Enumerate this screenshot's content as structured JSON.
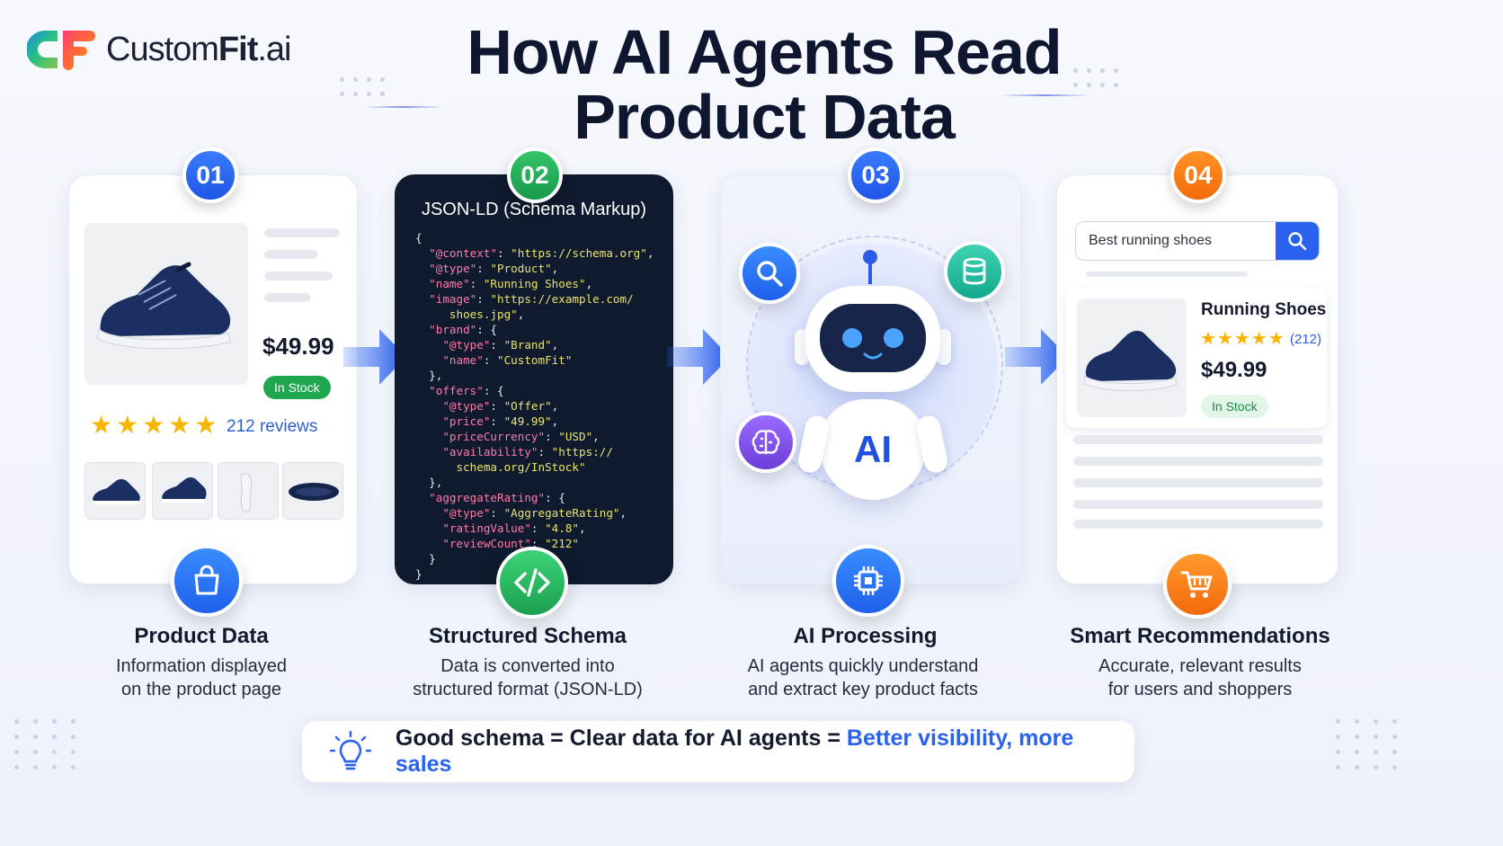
{
  "header": {
    "logo_prefix": "Custom",
    "logo_bold": "Fit",
    "logo_suffix": ".ai",
    "title_line1": "How AI Agents Read",
    "title_line2": "Product Data"
  },
  "steps": [
    {
      "number": "01",
      "title": "Product Data",
      "desc_line1": "Information displayed",
      "desc_line2": "on the product page",
      "icon": "shopping-bag-icon",
      "color": "#2a6cf6"
    },
    {
      "number": "02",
      "title": "Structured Schema",
      "desc_line1": "Data is converted into",
      "desc_line2": "structured format (JSON-LD)",
      "icon": "code-icon",
      "color": "#1fab53"
    },
    {
      "number": "03",
      "title": "AI Processing",
      "desc_line1": "AI agents quickly understand",
      "desc_line2": "and extract key product facts",
      "icon": "chip-icon",
      "color": "#2a6cf6"
    },
    {
      "number": "04",
      "title": "Smart Recommendations",
      "desc_line1": "Accurate, relevant results",
      "desc_line2": "for users and shoppers",
      "icon": "shopping-cart-icon",
      "color": "#f47a14"
    }
  ],
  "product": {
    "price": "$49.99",
    "stock": "In Stock",
    "rating_stars": "★★★★★",
    "reviews": "212 reviews"
  },
  "schema": {
    "title": "JSON-LD (Schema Markup)",
    "lines": [
      [
        [
          "p",
          "{"
        ]
      ],
      [
        [
          "p",
          "  "
        ],
        [
          "k",
          "\"@context\""
        ],
        [
          "p",
          ": "
        ],
        [
          "s",
          "\"https://schema.org\""
        ],
        [
          "p",
          ","
        ]
      ],
      [
        [
          "p",
          "  "
        ],
        [
          "k",
          "\"@type\""
        ],
        [
          "p",
          ": "
        ],
        [
          "s",
          "\"Product\""
        ],
        [
          "p",
          ","
        ]
      ],
      [
        [
          "p",
          "  "
        ],
        [
          "k",
          "\"name\""
        ],
        [
          "p",
          ": "
        ],
        [
          "s",
          "\"Running Shoes\""
        ],
        [
          "p",
          ","
        ]
      ],
      [
        [
          "p",
          "  "
        ],
        [
          "k",
          "\"image\""
        ],
        [
          "p",
          ": "
        ],
        [
          "s",
          "\"https://example.com/"
        ]
      ],
      [
        [
          "s",
          "     shoes.jpg\""
        ],
        [
          "p",
          ","
        ]
      ],
      [
        [
          "p",
          "  "
        ],
        [
          "k",
          "\"brand\""
        ],
        [
          "p",
          ": {"
        ]
      ],
      [
        [
          "p",
          "    "
        ],
        [
          "k",
          "\"@type\""
        ],
        [
          "p",
          ": "
        ],
        [
          "s",
          "\"Brand\""
        ],
        [
          "p",
          ","
        ]
      ],
      [
        [
          "p",
          "    "
        ],
        [
          "k",
          "\"name\""
        ],
        [
          "p",
          ": "
        ],
        [
          "s",
          "\"CustomFit\""
        ]
      ],
      [
        [
          "p",
          "  },"
        ]
      ],
      [
        [
          "p",
          "  "
        ],
        [
          "k",
          "\"offers\""
        ],
        [
          "p",
          ": {"
        ]
      ],
      [
        [
          "p",
          "    "
        ],
        [
          "k",
          "\"@type\""
        ],
        [
          "p",
          ": "
        ],
        [
          "s",
          "\"Offer\""
        ],
        [
          "p",
          ","
        ]
      ],
      [
        [
          "p",
          "    "
        ],
        [
          "k",
          "\"price\""
        ],
        [
          "p",
          ": "
        ],
        [
          "s",
          "\"49.99\""
        ],
        [
          "p",
          ","
        ]
      ],
      [
        [
          "p",
          "    "
        ],
        [
          "k",
          "\"priceCurrency\""
        ],
        [
          "p",
          ": "
        ],
        [
          "s",
          "\"USD\""
        ],
        [
          "p",
          ","
        ]
      ],
      [
        [
          "p",
          "    "
        ],
        [
          "k",
          "\"availability\""
        ],
        [
          "p",
          ": "
        ],
        [
          "s",
          "\"https://"
        ]
      ],
      [
        [
          "s",
          "      schema.org/InStock\""
        ]
      ],
      [
        [
          "p",
          "  },"
        ]
      ],
      [
        [
          "p",
          "  "
        ],
        [
          "k",
          "\"aggregateRating\""
        ],
        [
          "p",
          ": {"
        ]
      ],
      [
        [
          "p",
          "    "
        ],
        [
          "k",
          "\"@type\""
        ],
        [
          "p",
          ": "
        ],
        [
          "s",
          "\"AggregateRating\""
        ],
        [
          "p",
          ","
        ]
      ],
      [
        [
          "p",
          "    "
        ],
        [
          "k",
          "\"ratingValue\""
        ],
        [
          "p",
          ": "
        ],
        [
          "s",
          "\"4.8\""
        ],
        [
          "p",
          ","
        ]
      ],
      [
        [
          "p",
          "    "
        ],
        [
          "k",
          "\"reviewCount\""
        ],
        [
          "p",
          ": "
        ],
        [
          "s",
          "\"212\""
        ]
      ],
      [
        [
          "p",
          "  }"
        ]
      ],
      [
        [
          "p",
          "}"
        ]
      ]
    ]
  },
  "ai": {
    "label": "AI",
    "orbit_icons": [
      "search-icon",
      "database-icon",
      "brain-icon"
    ]
  },
  "search_result": {
    "query": "Best running shoes",
    "product_name": "Running Shoes",
    "rating_stars": "★★★★★",
    "rating_count": "(212)",
    "price": "$49.99",
    "stock": "In Stock"
  },
  "footer": {
    "text": "Good schema = Clear data for AI agents = ",
    "highlight": "Better visibility, more sales",
    "icon": "lightbulb-icon"
  }
}
